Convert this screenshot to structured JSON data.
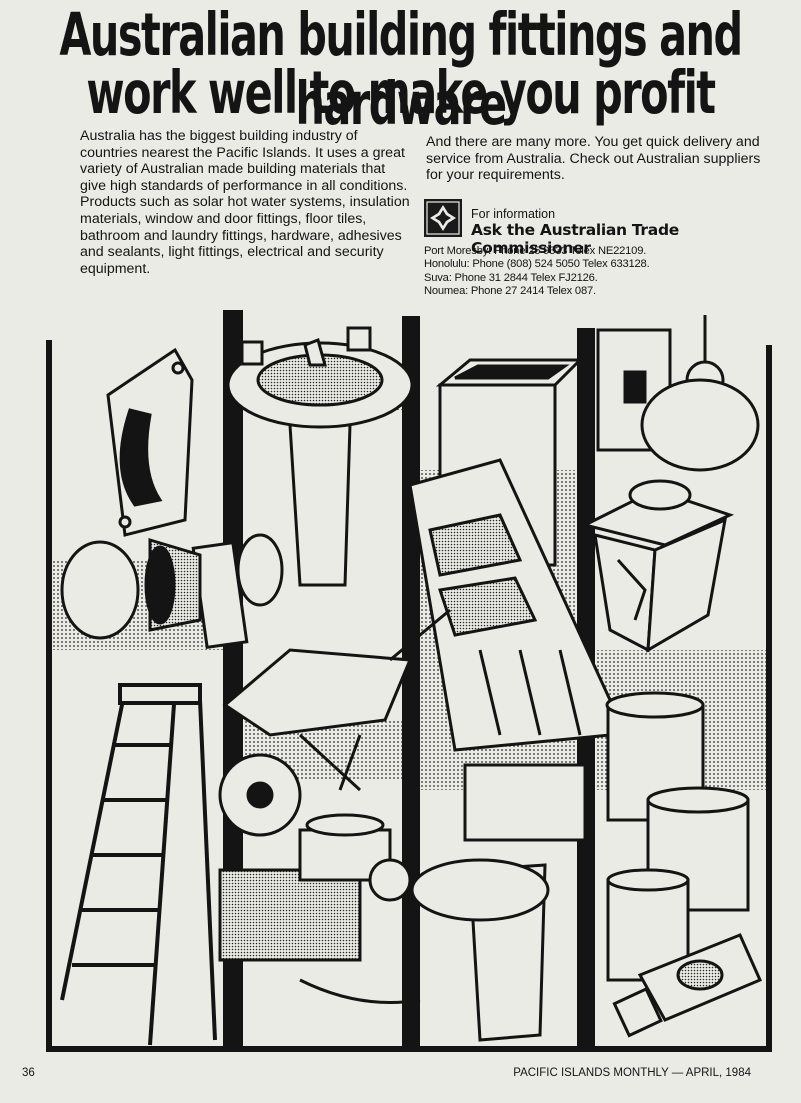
{
  "headline": {
    "line1": "Australian building fittings and hardware",
    "line2": "work well to make you profit"
  },
  "body_left": "Australia has the biggest building industry of countries nearest the Pacific Islands. It uses a great variety of Australian made building materials that give high standards of performance in all conditions. Products such as solar hot water systems, insulation materials, window and door fittings, floor tiles, bathroom and laundry fittings, hardware, adhesives and sealants, light fittings, electrical and security equipment.",
  "body_right": "And there are many more. You get quick delivery and service from Australia. Check out Australian suppliers for your requirements.",
  "info": {
    "for_information": "For information",
    "ask": "Ask the Australian Trade Commissioner",
    "contacts": [
      "Port Moresby: Phone 25 9333 Telex NE22109.",
      "Honolulu: Phone (808) 524 5050 Telex 633128.",
      "Suva: Phone 31 2844 Telex FJ2126.",
      "Noumea: Phone 27 2414 Telex 087."
    ]
  },
  "footer": {
    "page_number": "36",
    "magazine": "PACIFIC ISLANDS MONTHLY — APRIL, 1984"
  }
}
